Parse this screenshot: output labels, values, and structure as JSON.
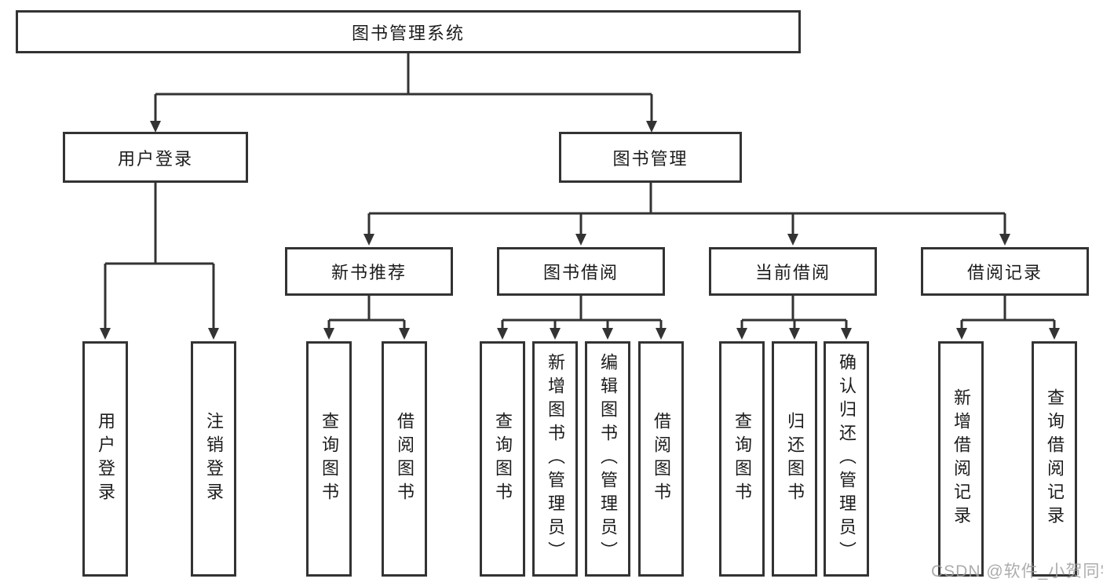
{
  "tree": {
    "root": "图书管理系统",
    "branches": [
      {
        "label": "用户登录",
        "children": [
          "用户登录",
          "注销登录"
        ]
      },
      {
        "label": "图书管理",
        "children": [
          {
            "label": "新书推荐",
            "children": [
              "查询图书",
              "借阅图书"
            ]
          },
          {
            "label": "图书借阅",
            "children": [
              "查询图书",
              "新增图书（管理员）",
              "编辑图书（管理员）",
              "借阅图书"
            ]
          },
          {
            "label": "当前借阅",
            "children": [
              "查询图书",
              "归还图书",
              "确认归还（管理员）"
            ]
          },
          {
            "label": "借阅记录",
            "children": [
              "新增借阅记录",
              "查询借阅记录"
            ]
          }
        ]
      }
    ]
  },
  "watermark": "CSDN @软件_小贺同学",
  "colors": {
    "line": "#333333",
    "text": "#1c1c1c",
    "watermark": "#9e9e9e",
    "background": "#ffffff"
  }
}
